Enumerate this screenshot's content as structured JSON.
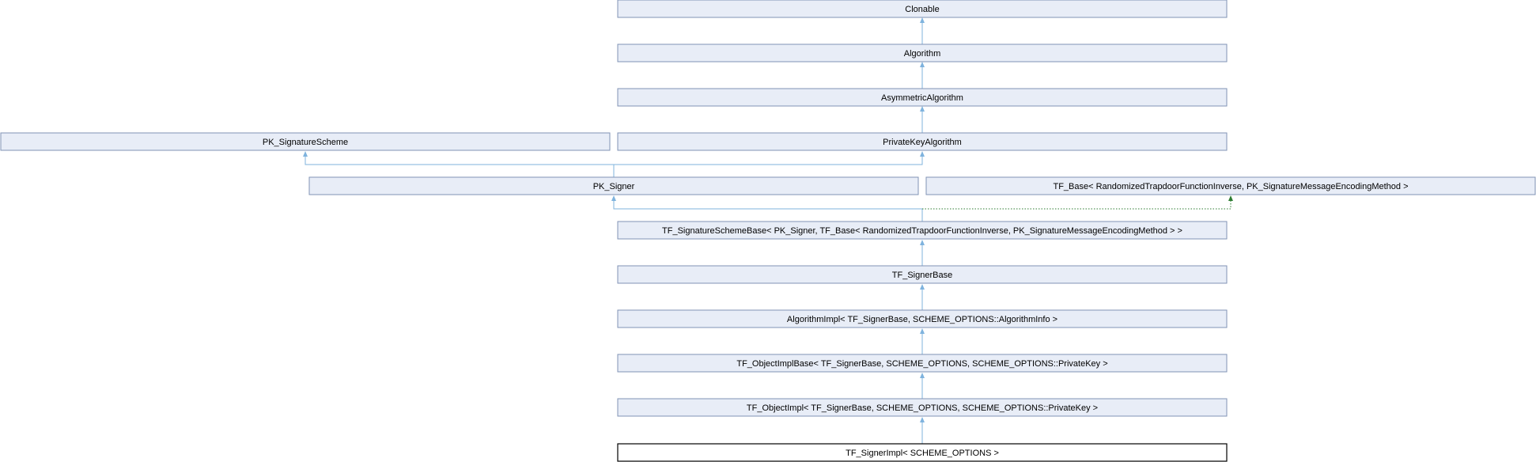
{
  "diagram": {
    "type": "class-inheritance-graph",
    "nodes": {
      "clonable": "Clonable",
      "algorithm": "Algorithm",
      "asymmetric_algorithm": "AsymmetricAlgorithm",
      "pk_signature_scheme": "PK_SignatureScheme",
      "private_key_algorithm": "PrivateKeyAlgorithm",
      "pk_signer": "PK_Signer",
      "tf_base": "TF_Base< RandomizedTrapdoorFunctionInverse, PK_SignatureMessageEncodingMethod >",
      "tf_signature_scheme_base": "TF_SignatureSchemeBase< PK_Signer, TF_Base< RandomizedTrapdoorFunctionInverse, PK_SignatureMessageEncodingMethod > >",
      "tf_signer_base": "TF_SignerBase",
      "algorithm_impl": "AlgorithmImpl< TF_SignerBase, SCHEME_OPTIONS::AlgorithmInfo >",
      "tf_object_impl_base": "TF_ObjectImplBase< TF_SignerBase, SCHEME_OPTIONS, SCHEME_OPTIONS::PrivateKey >",
      "tf_object_impl": "TF_ObjectImpl< TF_SignerBase, SCHEME_OPTIONS, SCHEME_OPTIONS::PrivateKey >",
      "tf_signer_impl": "TF_SignerImpl< SCHEME_OPTIONS >"
    },
    "current_node": "tf_signer_impl",
    "edges": [
      {
        "from": "algorithm",
        "to": "clonable",
        "kind": "public"
      },
      {
        "from": "asymmetric_algorithm",
        "to": "algorithm",
        "kind": "public"
      },
      {
        "from": "private_key_algorithm",
        "to": "asymmetric_algorithm",
        "kind": "public"
      },
      {
        "from": "pk_signer",
        "to": "pk_signature_scheme",
        "kind": "public"
      },
      {
        "from": "pk_signer",
        "to": "private_key_algorithm",
        "kind": "public"
      },
      {
        "from": "tf_signature_scheme_base",
        "to": "pk_signer",
        "kind": "public"
      },
      {
        "from": "tf_signature_scheme_base",
        "to": "tf_base",
        "kind": "template"
      },
      {
        "from": "tf_signer_base",
        "to": "tf_signature_scheme_base",
        "kind": "public"
      },
      {
        "from": "algorithm_impl",
        "to": "tf_signer_base",
        "kind": "public"
      },
      {
        "from": "tf_object_impl_base",
        "to": "algorithm_impl",
        "kind": "public"
      },
      {
        "from": "tf_object_impl",
        "to": "tf_object_impl_base",
        "kind": "public"
      },
      {
        "from": "tf_signer_impl",
        "to": "tf_object_impl",
        "kind": "public"
      }
    ],
    "colors": {
      "node_fill": "#e8edf7",
      "node_border": "#8193b5",
      "edge": "#7fb3de",
      "template_edge": "#2e7d32",
      "current_border": "#000000"
    }
  }
}
